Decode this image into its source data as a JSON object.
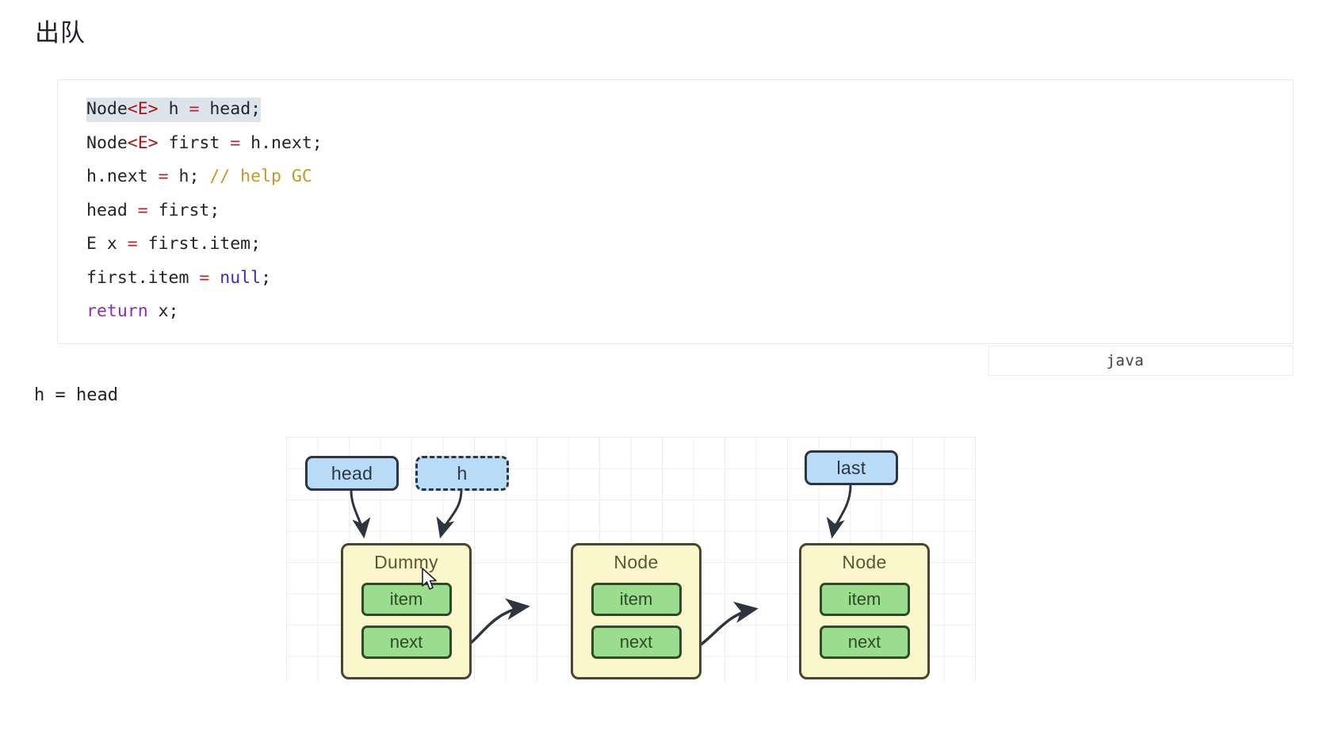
{
  "page": {
    "title": "出队",
    "caption": "h = head"
  },
  "code_block": {
    "language_label": "java",
    "highlighted_line_index": 0,
    "lines": [
      {
        "text": "Node<E> h = head;",
        "highlighted": true
      },
      {
        "text": "Node<E> first = h.next;",
        "highlighted": false
      },
      {
        "text": "h.next = h; // help GC",
        "highlighted": false
      },
      {
        "text": "head = first;",
        "highlighted": false
      },
      {
        "text": "E x = first.item;",
        "highlighted": false
      },
      {
        "text": "first.item = null;",
        "highlighted": false
      },
      {
        "text": "return x;",
        "highlighted": false
      }
    ]
  },
  "diagram": {
    "pointers": [
      {
        "label": "head",
        "style": "solid"
      },
      {
        "label": "h",
        "style": "dashed"
      },
      {
        "label": "last",
        "style": "solid"
      }
    ],
    "nodes": [
      {
        "title": "Dummy",
        "fields": [
          "item",
          "next"
        ]
      },
      {
        "title": "Node",
        "fields": [
          "item",
          "next"
        ]
      },
      {
        "title": "Node",
        "fields": [
          "item",
          "next"
        ]
      }
    ],
    "colors": {
      "pointer_fill": "#b8dcf8",
      "node_fill": "#fcf6cd",
      "field_fill": "#9bdd8e",
      "stroke": "#2e3440",
      "grid": "#ededed"
    }
  }
}
